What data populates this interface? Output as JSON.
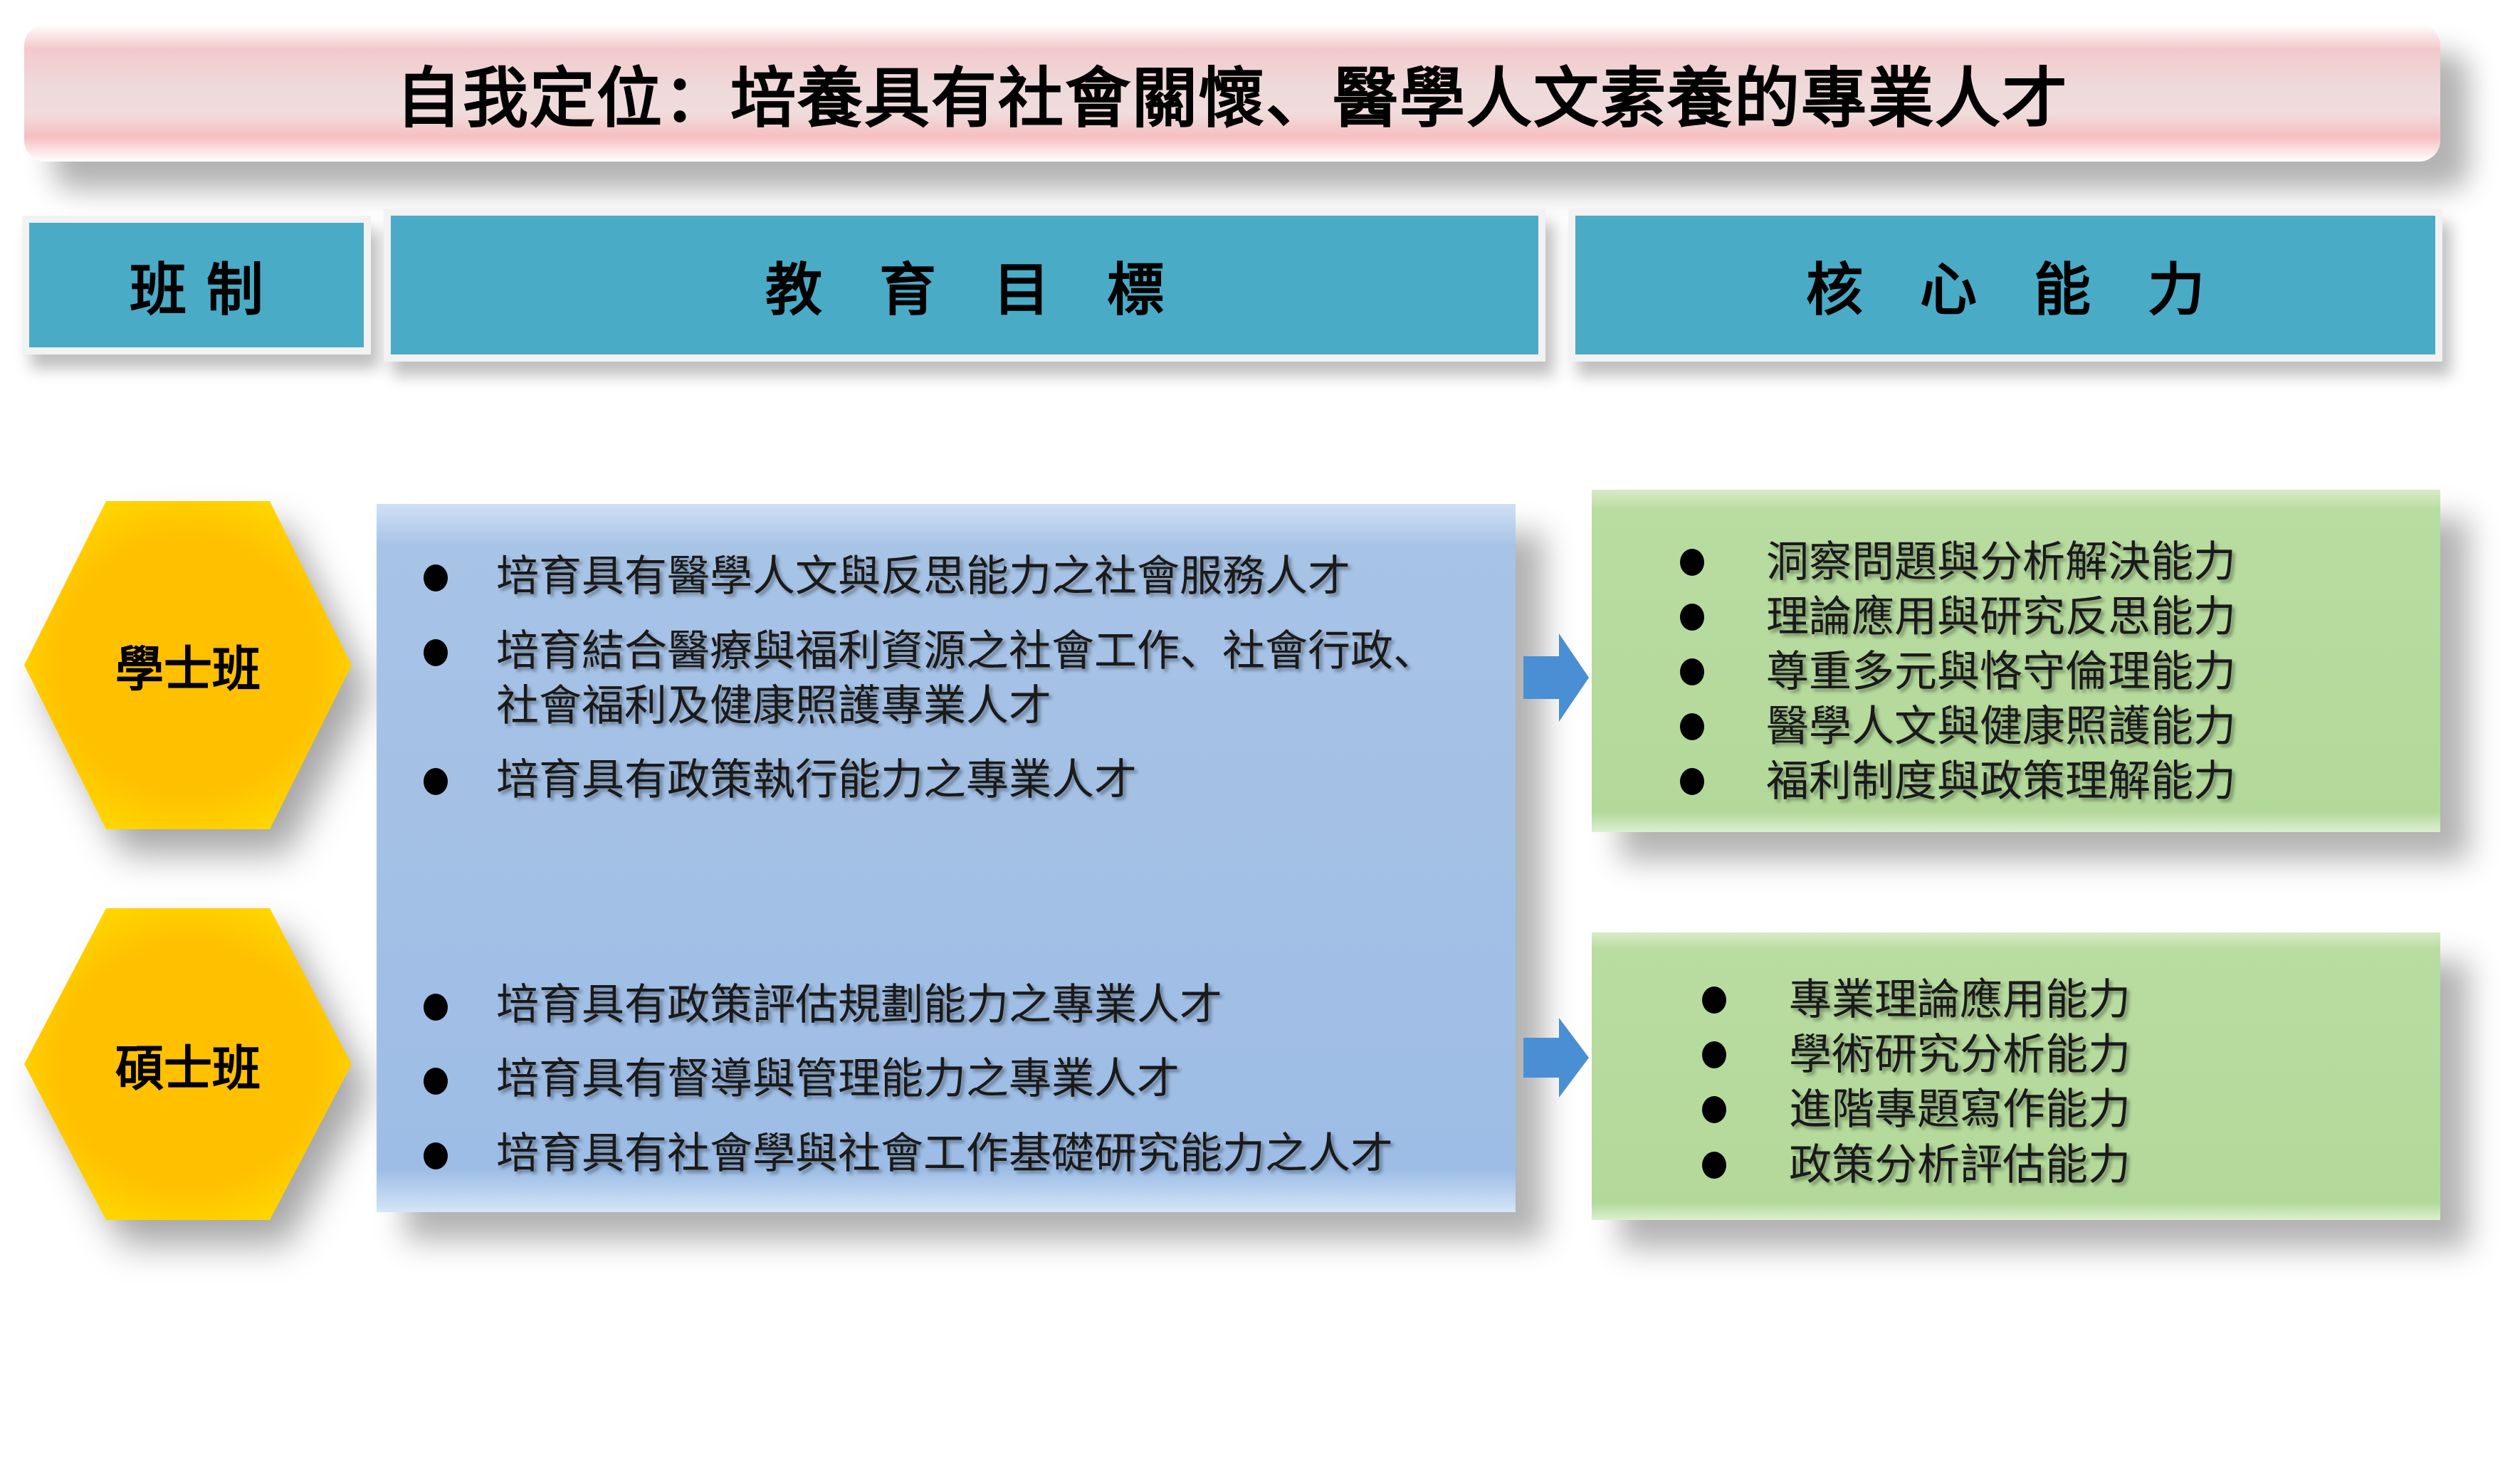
{
  "title": "自我定位：培養具有社會關懷、醫學人文素養的專業人才",
  "headers": {
    "class_system": "班 制",
    "edu_goals": "教　育　目　標",
    "core_abilities": "核　心　能　力"
  },
  "programs": [
    {
      "name": "學士班",
      "goals": [
        "培育具有醫學人文與反思能力之社會服務人才",
        "培育結合醫療與福利資源之社會工作、社會行政、",
        "社會福利及健康照護專業人才",
        "培育具有政策執行能力之專業人才"
      ],
      "abilities": [
        "洞察問題與分析解決能力",
        "理論應用與研究反思能力",
        "尊重多元與恪守倫理能力",
        "醫學人文與健康照護能力",
        "福利制度與政策理解能力"
      ]
    },
    {
      "name": "碩士班",
      "goals": [
        "培育具有政策評估規劃能力之專業人才",
        "培育具有督導與管理能力之專業人才",
        "培育具有社會學與社會工作基礎研究能力之人才"
      ],
      "abilities": [
        "專業理論應用能力",
        "學術研究分析能力",
        "進階專題寫作能力",
        "政策分析評估能力"
      ]
    }
  ],
  "colors": {
    "header": "#4aabc6",
    "hex": "#ffc000",
    "goals": "#a3c0e5",
    "abilities": "#b3d99a",
    "arrow": "#4a8fd4"
  }
}
